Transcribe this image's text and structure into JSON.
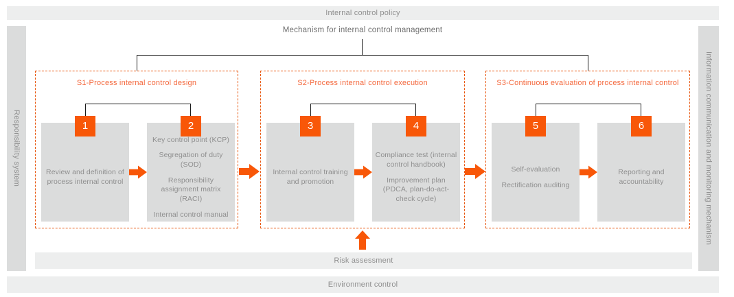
{
  "colors": {
    "accent_orange": "#F85708",
    "title_orange": "#F4693E",
    "border_orange": "#E8540A",
    "box_gray": "#DBDCDC",
    "band_gray": "#EDEEEE",
    "text_gray": "#8F8F8F",
    "mechanism_text": "#6E6E6E",
    "connector_black": "#1A1A1A"
  },
  "bands": {
    "top": "Internal control policy",
    "mechanism": "Mechanism for internal control management",
    "left": "Responsibility system",
    "right": "Information communication and monitoring mechanism",
    "risk": "Risk assessment",
    "environment": "Environment control"
  },
  "sections": [
    {
      "title": "S1-Process internal control design",
      "steps": [
        {
          "num": "1",
          "paras": [
            "Review and definition of process internal control"
          ]
        },
        {
          "num": "2",
          "paras": [
            "Key control point (KCP)",
            "Segregation of duty (SOD)",
            "Responsibility assignment matrix (RACI)",
            "Internal control manual"
          ]
        }
      ]
    },
    {
      "title": "S2-Process internal control execution",
      "steps": [
        {
          "num": "3",
          "paras": [
            "Internal control training and promotion"
          ]
        },
        {
          "num": "4",
          "paras": [
            "Compliance test (internal control handbook)",
            "Improvement plan (PDCA, plan-do-act-check cycle)"
          ]
        }
      ]
    },
    {
      "title": "S3-Continuous evaluation of process internal control",
      "steps": [
        {
          "num": "5",
          "paras": [
            "Self-evaluation",
            "Rectification auditing"
          ]
        },
        {
          "num": "6",
          "paras": [
            "Reporting and accountability"
          ]
        }
      ]
    }
  ]
}
